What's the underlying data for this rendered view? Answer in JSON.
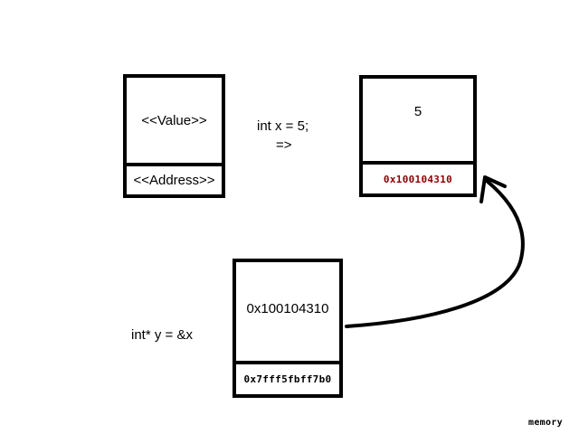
{
  "template_cell": {
    "value": "<<Value>>",
    "address": "<<Address>>"
  },
  "statement_x": {
    "code": "int x = 5;",
    "arrow": "=>"
  },
  "variable_x": {
    "value": "5",
    "address": "0x100104310",
    "address_color": "#8b0000"
  },
  "statement_y": {
    "code": "int* y = &x"
  },
  "variable_y": {
    "value": "0x100104310",
    "address": "0x7fff5fbff7b0"
  },
  "caption": "memory"
}
